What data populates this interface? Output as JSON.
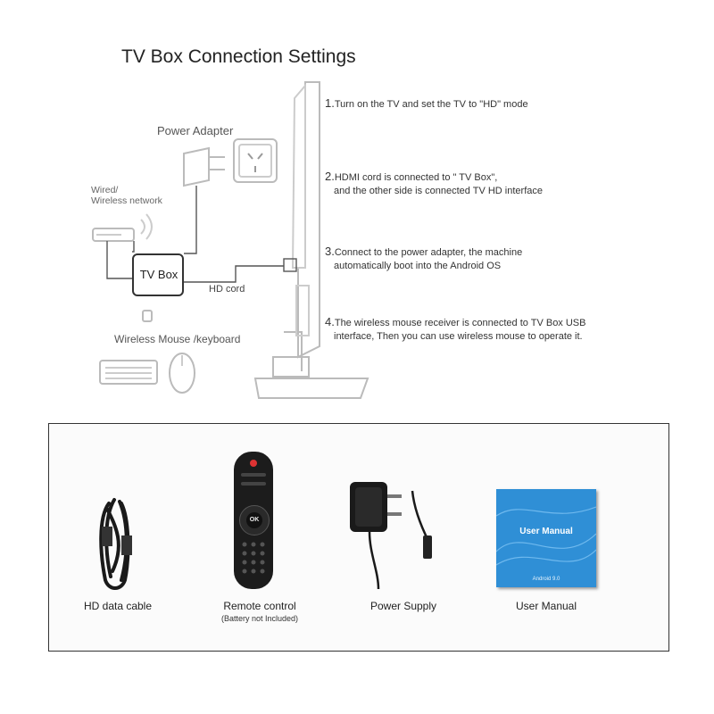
{
  "title": "TV Box Connection Settings",
  "steps": [
    {
      "num": "1.",
      "lines": [
        "Turn on the TV and set the TV to \"HD\" mode"
      ]
    },
    {
      "num": "2.",
      "lines": [
        "HDMI cord is connected to \" TV Box\",",
        "and the other side is connected TV HD  interface"
      ]
    },
    {
      "num": "3.",
      "lines": [
        "Connect to the power adapter, the machine",
        "automatically boot into the Android OS"
      ]
    },
    {
      "num": "4.",
      "lines": [
        "The wireless mouse receiver is connected to TV  Box USB",
        "interface, Then you can use wireless mouse to operate it."
      ]
    }
  ],
  "diagram": {
    "power_adapter": "Power Adapter",
    "wired_line1": "Wired/",
    "wired_line2": "Wireless network",
    "tv_box": "TV Box",
    "hd_cord": "HD  cord",
    "wireless_mouse": "Wireless Mouse /keyboard"
  },
  "accessories": [
    {
      "name": "HD data cable",
      "icon": "hdmi-cable-icon"
    },
    {
      "name": "Remote control",
      "note": "(Battery not Included)",
      "icon": "remote-control-icon"
    },
    {
      "name": "Power Supply",
      "icon": "power-supply-icon"
    },
    {
      "name": "User Manual",
      "icon": "user-manual-icon"
    }
  ],
  "manual_cover": {
    "title": "User Manual",
    "subtitle": "Android 9.0"
  },
  "remote_ok": "OK",
  "colors": {
    "manual_blue": "#2f8fd6",
    "remote_body": "#1c1c1c",
    "diagram_line": "#555555"
  }
}
